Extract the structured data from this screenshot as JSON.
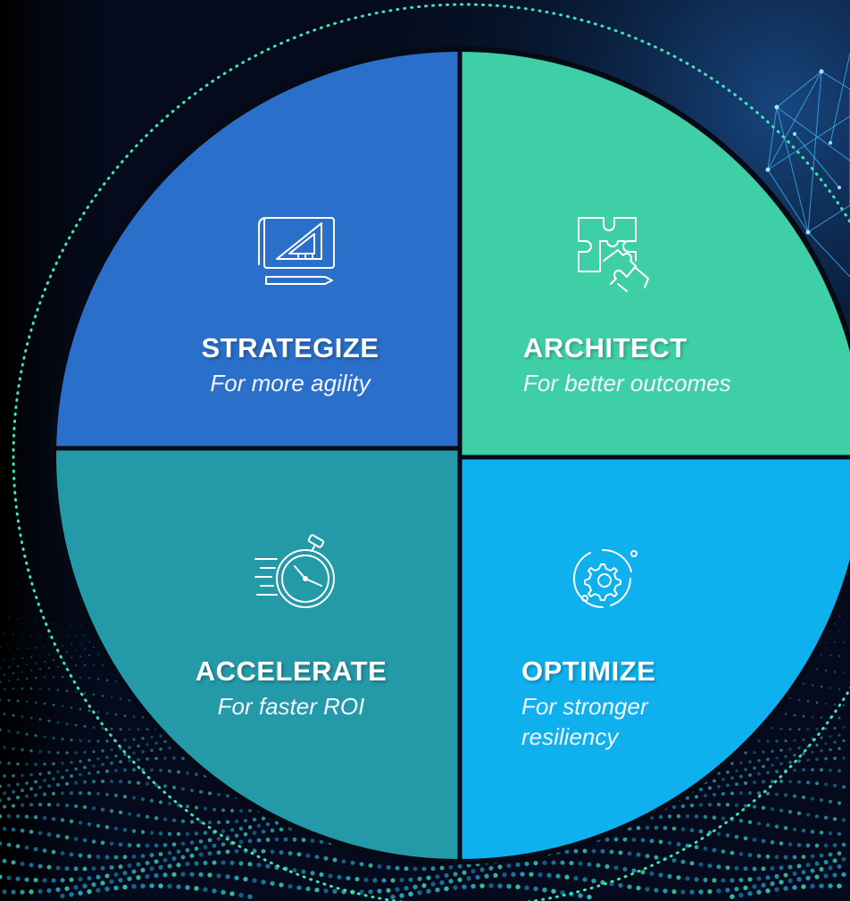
{
  "quadrants": [
    {
      "id": "strategize",
      "title": "STRATEGIZE",
      "subtitle": "For more agility",
      "icon": "blueprint-ruler-icon",
      "color": "#2a6fc9"
    },
    {
      "id": "architect",
      "title": "ARCHITECT",
      "subtitle": "For better outcomes",
      "icon": "puzzle-hand-icon",
      "color": "#3fcfa6"
    },
    {
      "id": "accelerate",
      "title": "ACCELERATE",
      "subtitle": "For faster ROI",
      "icon": "stopwatch-speed-icon",
      "color": "#2499a8"
    },
    {
      "id": "optimize",
      "title": "OPTIMIZE",
      "subtitle": "For stronger resiliency",
      "icon": "gear-cycle-icon",
      "color": "#0fb0ee"
    }
  ],
  "colors": {
    "background": "#050b1c",
    "divider": "#060a14",
    "dotted_ring": "#3ee6b0",
    "network_glow": "#38c8ff"
  }
}
